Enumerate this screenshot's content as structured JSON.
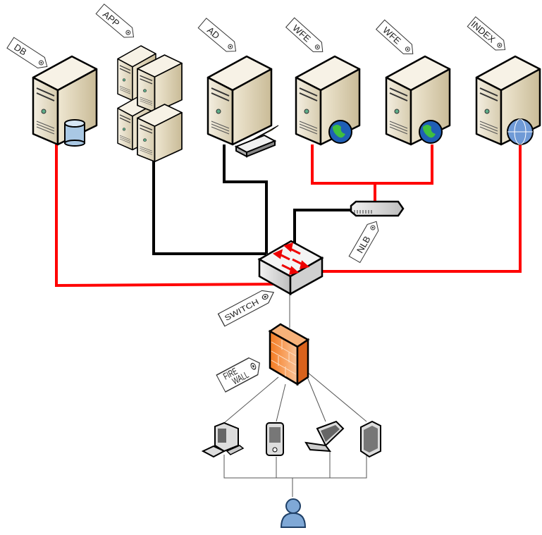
{
  "labels": {
    "db": "DB",
    "app": "APP",
    "ad": "AD",
    "wfe1": "WFE",
    "wfe2": "WFE",
    "index": "INDEX",
    "nlb": "NLB",
    "switch": "SWITCH",
    "firewall_line1": "FIRE",
    "firewall_line2": "WALL"
  },
  "colors": {
    "red_link": "#ff0000",
    "black_link": "#000000",
    "server_body": "#e3d9c0",
    "firewall": "#f08a3a"
  }
}
